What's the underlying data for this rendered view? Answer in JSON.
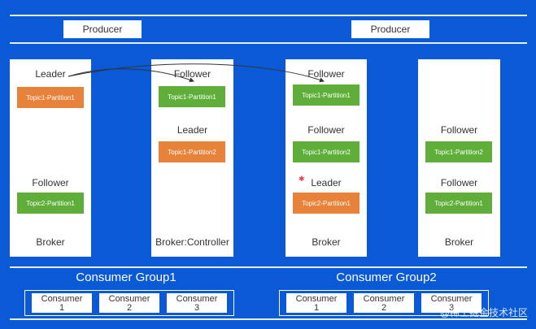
{
  "producers": [
    "Producer",
    "Producer"
  ],
  "brokers": [
    {
      "roles": [
        {
          "label": "Leader",
          "partition": "Topic1-Partition1",
          "color": "orange"
        },
        {
          "label": "Follower",
          "partition": "Topic2-Partition1",
          "color": "green"
        }
      ],
      "name": "Broker"
    },
    {
      "roles": [
        {
          "label": "Follower",
          "partition": "Topic1-Partition1",
          "color": "green"
        },
        {
          "label": "Leader",
          "partition": "Topic1-Partition2",
          "color": "orange"
        }
      ],
      "name": "Broker:Controller"
    },
    {
      "roles": [
        {
          "label": "Follower",
          "partition": "Topic1-Partition1",
          "color": "green"
        },
        {
          "label": "Follower",
          "partition": "Topic1-Partition2",
          "color": "green"
        },
        {
          "label": "Leader",
          "partition": "Topic2-Partition1",
          "color": "orange"
        }
      ],
      "name": "Broker"
    },
    {
      "roles": [
        {
          "label": "Follower",
          "partition": "Topic1-Partition2",
          "color": "green"
        },
        {
          "label": "Follower",
          "partition": "Topic2-Partition1",
          "color": "green"
        }
      ],
      "name": "Broker"
    }
  ],
  "consumer_groups": [
    {
      "title": "Consumer Group1",
      "consumers": [
        {
          "line1": "Consumer",
          "line2": "1"
        },
        {
          "line1": "Consumer",
          "line2": "2"
        },
        {
          "line1": "Consumer",
          "line2": "3"
        }
      ]
    },
    {
      "title": "Consumer Group2",
      "consumers": [
        {
          "line1": "Consumer",
          "line2": "1"
        },
        {
          "line1": "Consumer",
          "line2": "2"
        },
        {
          "line1": "Consumer",
          "line2": "3"
        }
      ]
    }
  ],
  "watermark": "@稀土掘金技术社区",
  "colors": {
    "background": "#0a5ad8",
    "leader": "#e8813a",
    "follower": "#5fae3a"
  }
}
